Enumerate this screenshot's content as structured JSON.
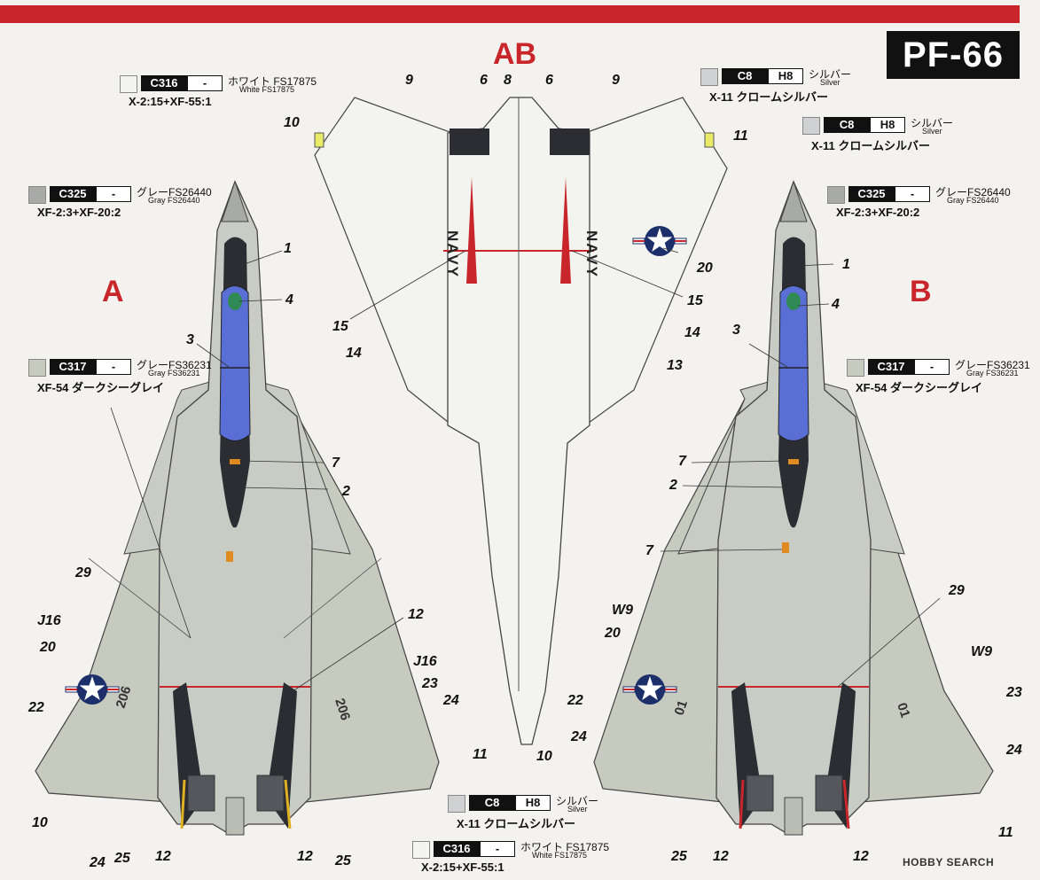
{
  "badge": "PF-66",
  "views": {
    "A": "A",
    "AB": "AB",
    "B": "B"
  },
  "colors": {
    "gray_light": "#c9ccc4",
    "gray_mid": "#b9bdb4",
    "white": "#f3f3ef",
    "canopy": "#5a6fd6",
    "dark": "#2b2d33",
    "red": "#c8262b"
  },
  "legends": [
    {
      "code": "C316",
      "hcode": "-",
      "jp": "ホワイト FS17875",
      "en": "White FS17875",
      "mix": "X-2:15+XF-55:1",
      "swatch": "#f4f4f0"
    },
    {
      "code": "C8",
      "hcode": "H8",
      "jp": "シルバー",
      "en": "Silver",
      "mix": "X-11 クロームシルバー",
      "swatch": "#cfd1d3"
    },
    {
      "code": "C8",
      "hcode": "H8",
      "jp": "シルバー",
      "en": "Silver",
      "mix": "X-11 クロームシルバー",
      "swatch": "#cfd1d3"
    },
    {
      "code": "C325",
      "hcode": "-",
      "jp": "グレーFS26440",
      "en": "Gray FS26440",
      "mix": "XF-2:3+XF-20:2",
      "swatch": "#a7aaa6"
    },
    {
      "code": "C325",
      "hcode": "-",
      "jp": "グレーFS26440",
      "en": "Gray FS26440",
      "mix": "XF-2:3+XF-20:2",
      "swatch": "#a7aaa6"
    },
    {
      "code": "C317",
      "hcode": "-",
      "jp": "グレーFS36231",
      "en": "Gray FS36231",
      "mix": "XF-54 ダークシーグレイ",
      "swatch": "#c7cabf"
    },
    {
      "code": "C317",
      "hcode": "-",
      "jp": "グレーFS36231",
      "en": "Gray FS36231",
      "mix": "XF-54 ダークシーグレイ",
      "swatch": "#c7cabf"
    },
    {
      "code": "C8",
      "hcode": "H8",
      "jp": "シルバー",
      "en": "Silver",
      "mix": "X-11 クロームシルバー",
      "swatch": "#cfd1d3"
    },
    {
      "code": "C316",
      "hcode": "-",
      "jp": "ホワイト FS17875",
      "en": "White FS17875",
      "mix": "X-2:15+XF-55:1",
      "swatch": "#f4f4f0"
    }
  ],
  "markings": {
    "navy_left": "NAVY",
    "navy_right": "NAVY",
    "modex_A_left": "206",
    "modex_A_right": "206",
    "modex_B_left": "01",
    "modex_B_right": "01"
  },
  "callouts_A": [
    "1",
    "4",
    "3",
    "7",
    "2",
    "29",
    "J16",
    "20",
    "22",
    "10",
    "24",
    "25",
    "12",
    "12",
    "J16",
    "23",
    "24",
    "11",
    "12",
    "25"
  ],
  "callouts_AB": [
    "9",
    "6",
    "8",
    "6",
    "9",
    "10",
    "11",
    "20",
    "15",
    "15",
    "14",
    "14",
    "13"
  ],
  "callouts_B": [
    "1",
    "4",
    "3",
    "7",
    "2",
    "7",
    "29",
    "W9",
    "20",
    "W9",
    "22",
    "23",
    "24",
    "10",
    "24",
    "11",
    "25",
    "12",
    "12"
  ],
  "watermark": "HOBBY SEARCH"
}
